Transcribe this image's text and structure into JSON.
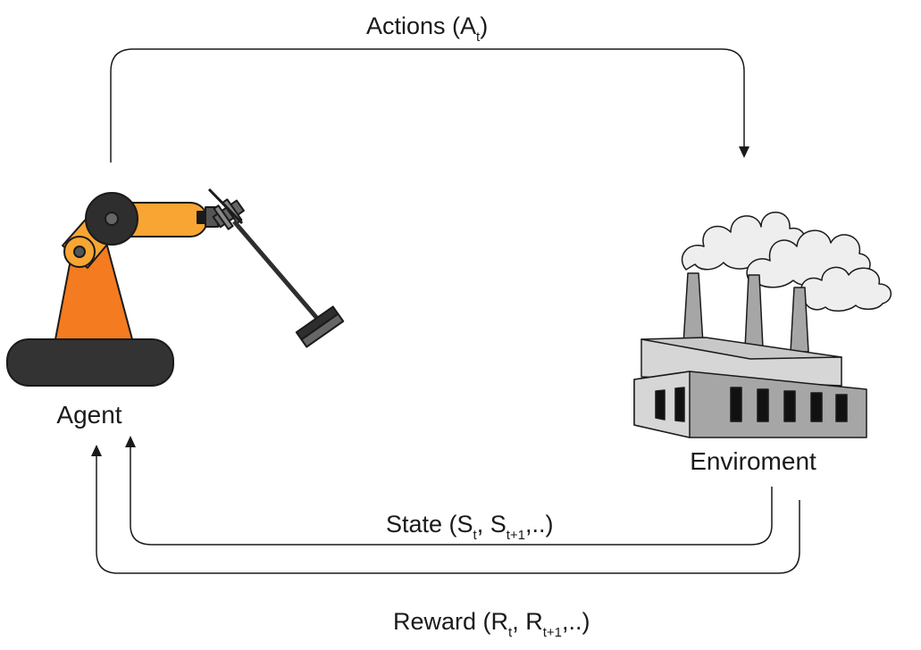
{
  "labels": {
    "actions": "Actions (A",
    "actions_sub": "t",
    "actions_close": ")",
    "agent": "Agent",
    "environment": "Enviroment",
    "state_prefix": "State (S",
    "state_sub1": "t",
    "state_mid": ", S",
    "state_sub2": "t+1",
    "state_suffix": ",..)",
    "reward_prefix": "Reward (R",
    "reward_sub1": "t",
    "reward_mid": ", R",
    "reward_sub2": "t+1",
    "reward_suffix": ",..)"
  },
  "icons": {
    "agent": "robot-arm-icon",
    "environment": "factory-icon"
  },
  "colors": {
    "robot_orange": "#f47b20",
    "robot_arm": "#f9a533",
    "robot_dark": "#2e2e2e",
    "factory_gray": "#a6a6a6",
    "factory_light": "#d6d6d6",
    "smoke_light": "#eeeeee",
    "line": "#1a1a1a"
  }
}
